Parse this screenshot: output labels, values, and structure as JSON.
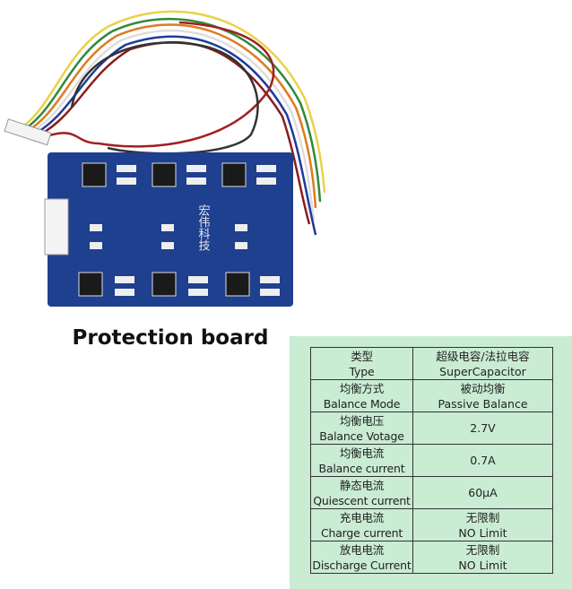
{
  "product_image": {
    "alt_marks": {
      "board_lettering": "宏伟科技"
    },
    "colors": {
      "pcb": "#1f3f8f",
      "ic": "#1a1a1a",
      "connector": "#f4f4f4"
    }
  },
  "caption": "Protection board",
  "spec_table": {
    "background": "#c9ecd3",
    "rows": [
      {
        "label_cn": "类型",
        "label_en": "Type",
        "value_cn": "超级电容/法拉电容",
        "value_en": "SuperCapacitor"
      },
      {
        "label_cn": "均衡方式",
        "label_en": "Balance Mode",
        "value_cn": "被动均衡",
        "value_en": "Passive Balance"
      },
      {
        "label_cn": "均衡电压",
        "label_en": "Balance Votage",
        "value_cn": "",
        "value_en": "2.7V"
      },
      {
        "label_cn": "均衡电流",
        "label_en": "Balance current",
        "value_cn": "",
        "value_en": "0.7A"
      },
      {
        "label_cn": "静态电流",
        "label_en": "Quiescent current",
        "value_cn": "",
        "value_en": "60μA"
      },
      {
        "label_cn": "充电电流",
        "label_en": "Charge current",
        "value_cn": "无限制",
        "value_en": "NO Limit"
      },
      {
        "label_cn": "放电电流",
        "label_en": "Discharge Current",
        "value_cn": "无限制",
        "value_en": "NO Limit"
      }
    ]
  }
}
